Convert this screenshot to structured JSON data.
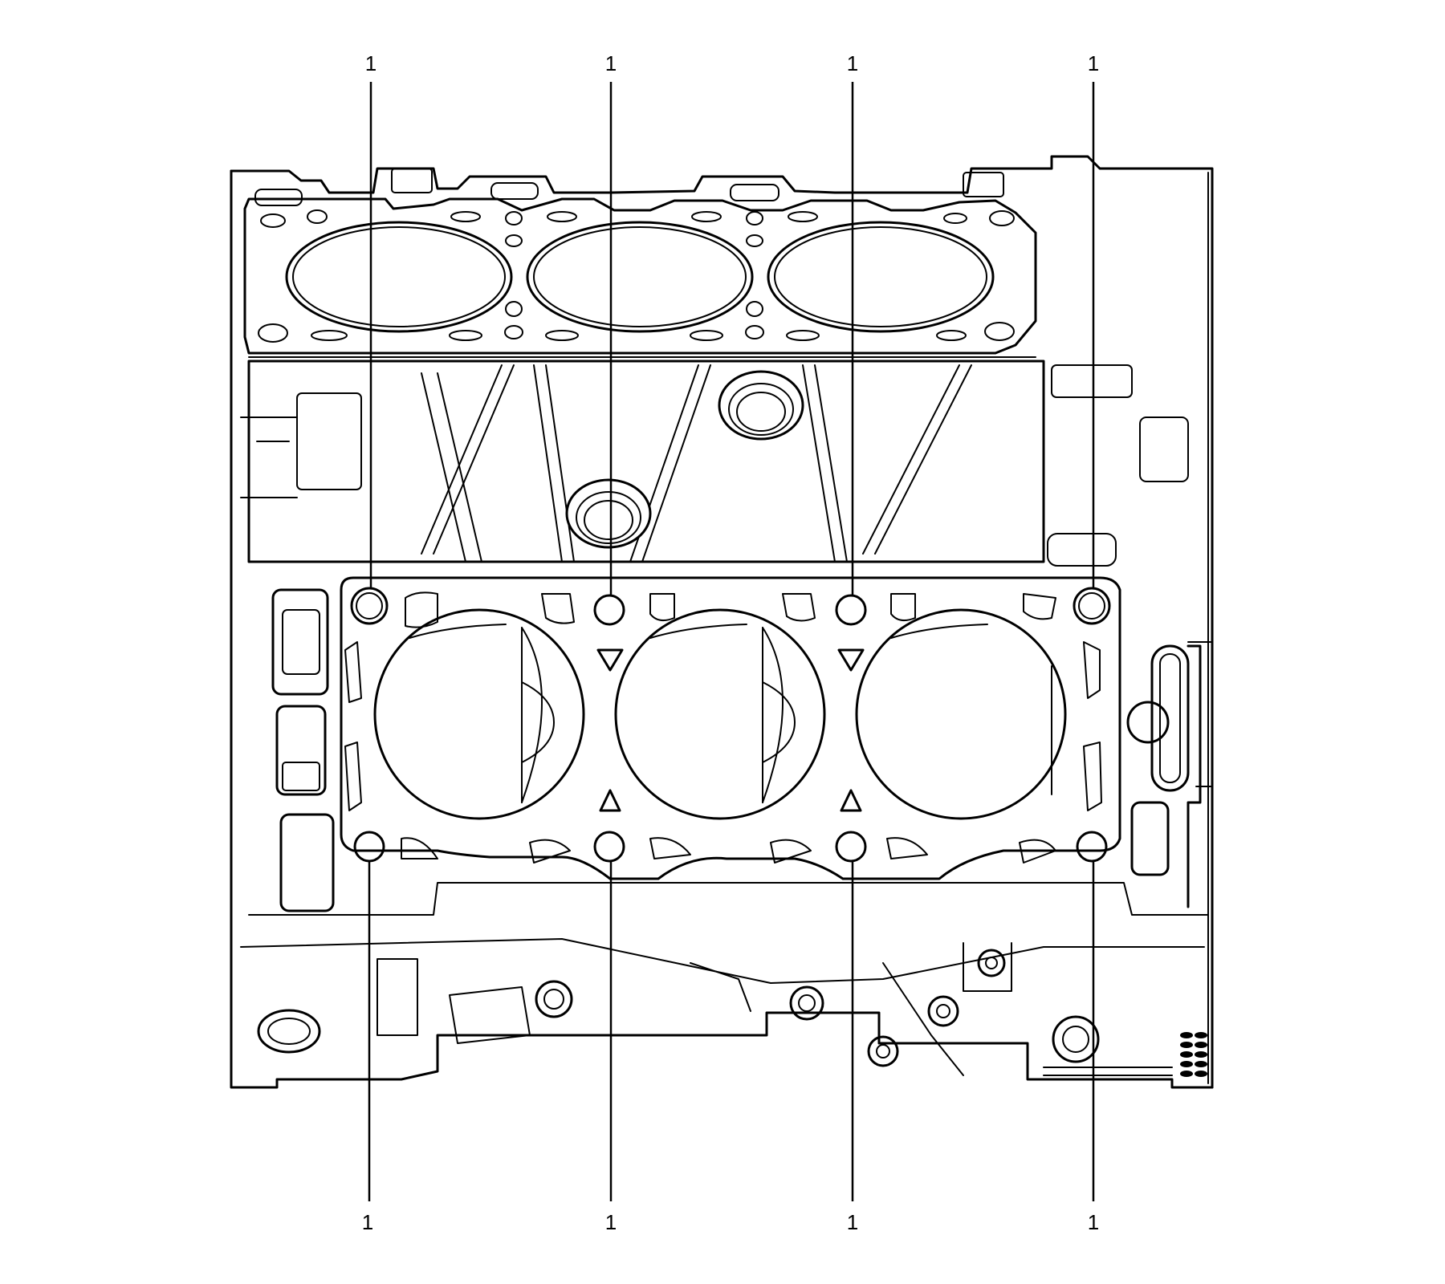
{
  "callouts": {
    "top": [
      {
        "label": "1"
      },
      {
        "label": "1"
      },
      {
        "label": "1"
      },
      {
        "label": "1"
      }
    ],
    "bottom": [
      {
        "label": "1"
      },
      {
        "label": "1"
      },
      {
        "label": "1"
      },
      {
        "label": "1"
      }
    ]
  }
}
